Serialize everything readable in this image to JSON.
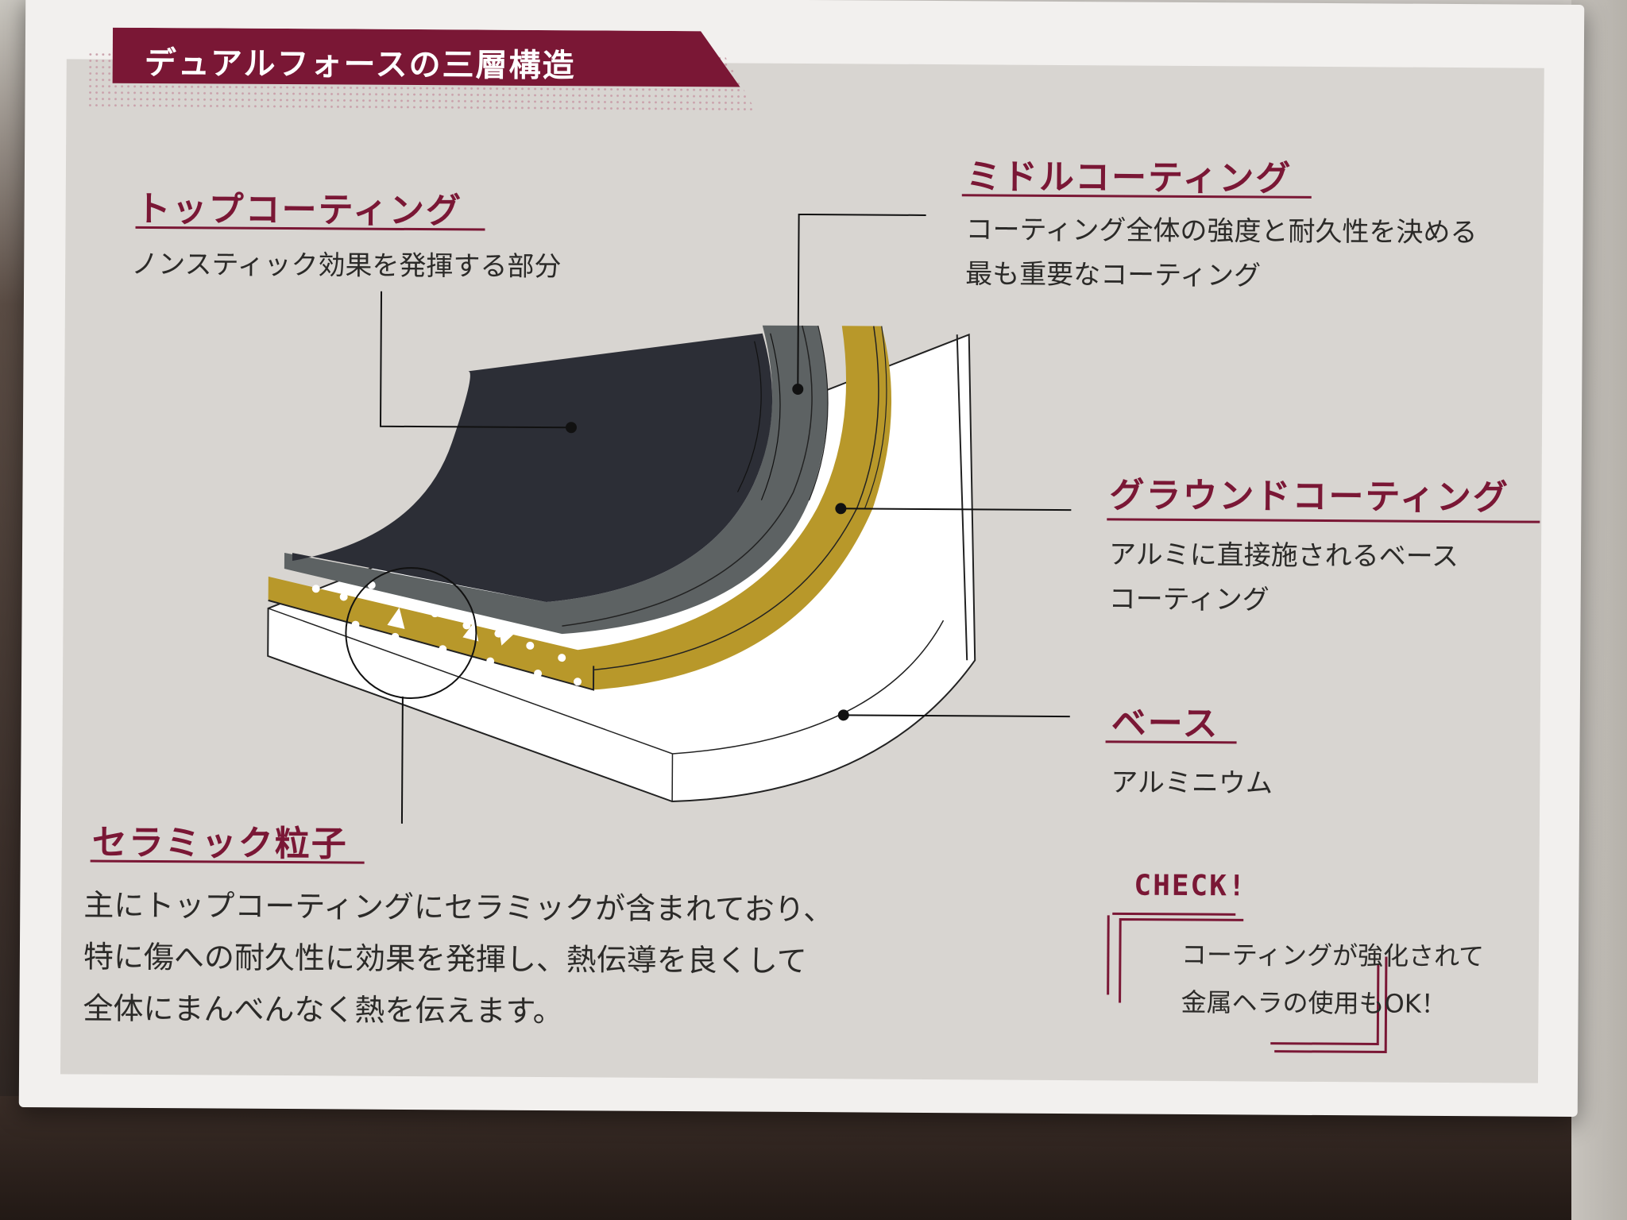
{
  "header": {
    "title": "デュアルフォースの三層構造"
  },
  "labels": {
    "top_coating": {
      "title": "トップコーティング",
      "description": "ノンスティック効果を発揮する部分"
    },
    "middle_coating": {
      "title": "ミドルコーティング",
      "description_lines": [
        "コーティング全体の強度と耐久性を決める",
        "最も重要なコーティング"
      ]
    },
    "ground_coating": {
      "title": "グラウンドコーティング",
      "description_lines": [
        "アルミに直接施されるベース",
        "コーティング"
      ]
    },
    "base": {
      "title": "ベース",
      "description": "アルミニウム"
    },
    "ceramic": {
      "title": "セラミック粒子",
      "description_lines": [
        "主にトップコーティングにセラミックが含まれており、",
        "特に傷への耐久性に効果を発揮し、熱伝導を良くして",
        "全体にまんべんなく熱を伝えます。"
      ]
    }
  },
  "check": {
    "heading": "CHECK!",
    "lines": [
      "コーティングが強化されて",
      "金属ヘラの使用もOK！"
    ]
  },
  "colors": {
    "accent": "#7a1735",
    "top_layer": "#2c2e36",
    "middle_layer": "#5d6263",
    "ground_layer": "#b8982a",
    "base_layer": "#ffffff"
  }
}
